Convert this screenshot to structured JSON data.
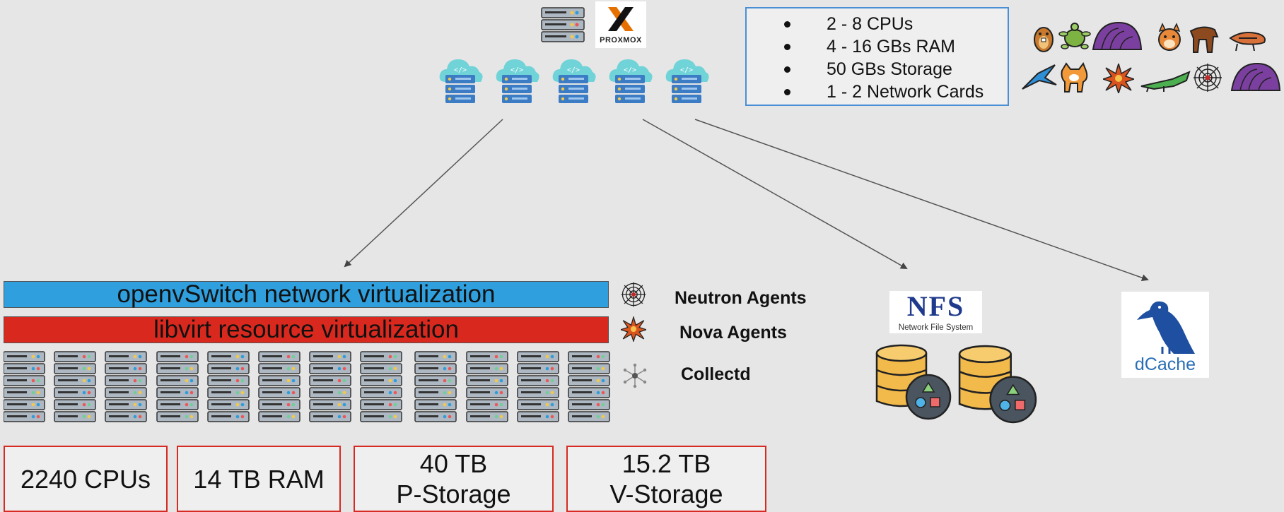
{
  "proxmox": {
    "logo_text": "PROXMOX"
  },
  "specs": [
    "2 - 8 CPUs",
    "4 - 16 GBs RAM",
    "50 GBs Storage",
    "1 - 2 Network Cards"
  ],
  "bars": {
    "openvswitch": "openvSwitch network virtualization",
    "libvirt": "libvirt resource virtualization"
  },
  "agents": {
    "neutron": "Neutron Agents",
    "nova": "Nova Agents",
    "collectd": "Collectd"
  },
  "stats": [
    {
      "lines": [
        "2240 CPUs"
      ]
    },
    {
      "lines": [
        "14 TB RAM"
      ]
    },
    {
      "lines": [
        "40 TB",
        "P-Storage"
      ]
    },
    {
      "lines": [
        "15.2 TB",
        "V-Storage"
      ]
    }
  ],
  "storage": {
    "nfs_logo": "NFS",
    "nfs_subtitle": "Network File System",
    "dcache_logo": "dCache"
  },
  "colors": {
    "background": "#e6e6e6",
    "openvswitch_bar": "#2f9fde",
    "libvirt_bar": "#d9291e",
    "spec_border": "#4a8fd6",
    "stat_border": "#d62a22"
  },
  "icons": {
    "proxmox": "proxmox-logo",
    "rack": "server-rack-icon",
    "cloud_server": "cloud-server-icon",
    "animals": [
      "beaver-icon",
      "turtle-icon",
      "armadillo-icon",
      "squirrel-icon",
      "anteater-icon",
      "lizard-icon",
      "bird-icon",
      "dog-icon",
      "starburst-icon",
      "crocodile-icon",
      "spiderweb-icon",
      "armadillo-icon"
    ],
    "agents": [
      "spiderweb-icon",
      "starburst-icon",
      "molecule-icon"
    ],
    "database": "database-shapes-icon"
  }
}
